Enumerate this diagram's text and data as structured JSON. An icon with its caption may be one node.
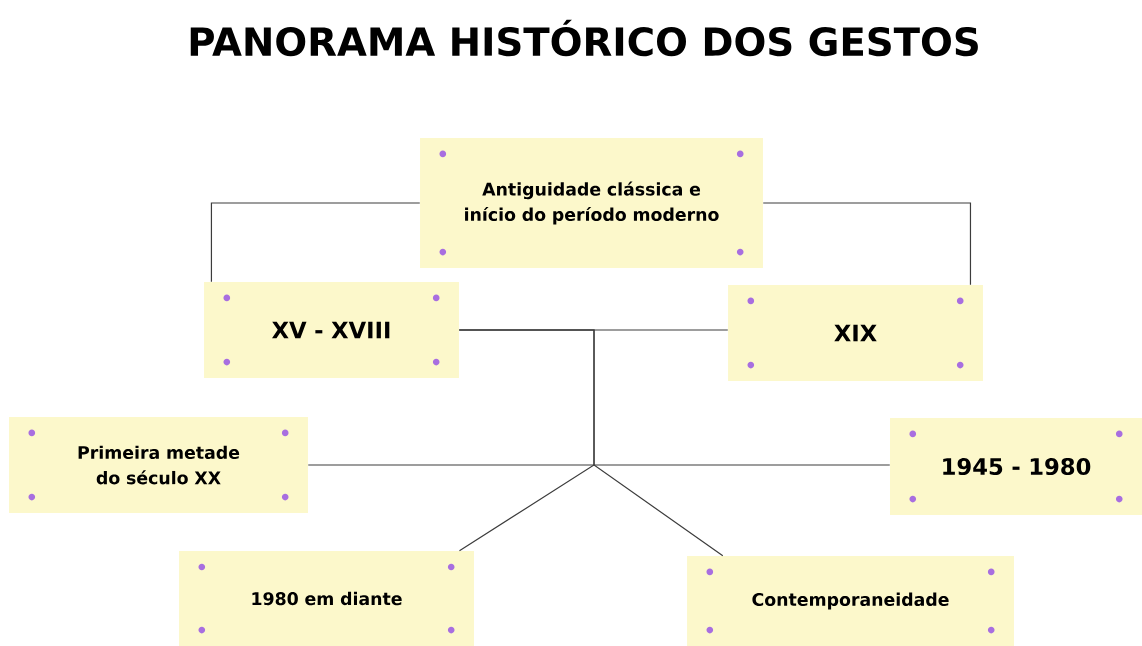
{
  "diagram": {
    "title": "PANORAMA HISTÓRICO DOS GESTOS",
    "nodes": [
      {
        "text": [
          "Antiguidade clássica e início do período moderno"
        ]
      },
      {
        "text": [
          "XV - XVIII"
        ]
      },
      {
        "text": [
          "XIX"
        ]
      },
      {
        "text": [
          "Primeira metade do século XX"
        ]
      },
      {
        "text": [
          "1945 - 1980"
        ]
      },
      {
        "text": [
          "1980 em diante"
        ]
      },
      {
        "text": [
          "Contemporaneidade"
        ]
      }
    ],
    "edges": [
      {
        "from": 0,
        "to": 1,
        "arrow": "none"
      },
      {
        "from": 0,
        "to": 2,
        "arrow": "none"
      },
      {
        "from": 1,
        "to": 2,
        "arrow": "none"
      },
      {
        "from": 3,
        "to": 4,
        "arrow": "none"
      },
      {
        "from": 1,
        "to": 5,
        "arrow": "none"
      },
      {
        "from": 1,
        "to": 6,
        "arrow": "none"
      }
    ]
  }
}
